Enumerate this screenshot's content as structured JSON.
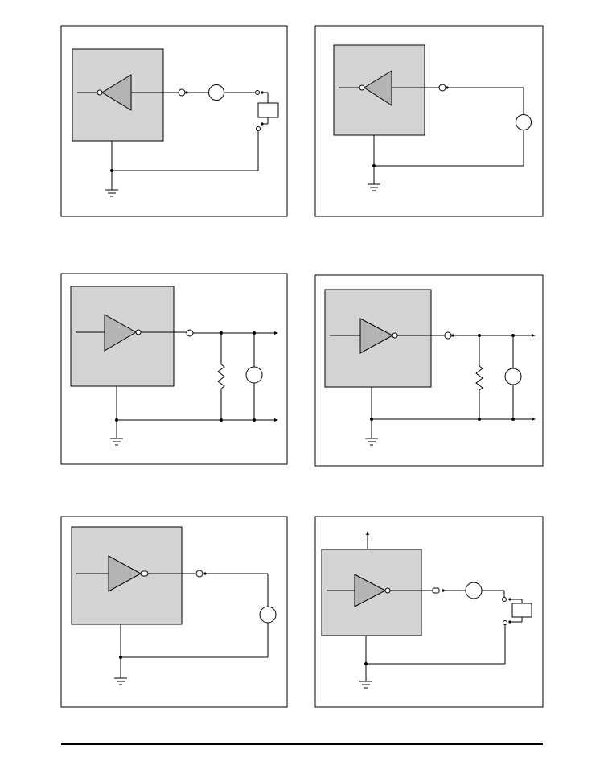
{
  "colors": {
    "ic_fill": "#d4d4d4",
    "buffer_fill": "#b4b4b4",
    "wire": "#000000",
    "panel_border": "#000000",
    "rule": "#000000"
  },
  "panels": [
    {
      "id": "panel-1",
      "gate": "inverter",
      "load": "meter-relay"
    },
    {
      "id": "panel-2",
      "gate": "inverter",
      "load": "meter"
    },
    {
      "id": "panel-3",
      "gate": "buffer",
      "load": "resistor-meter-outputs"
    },
    {
      "id": "panel-4",
      "gate": "buffer",
      "load": "resistor-meter-outputs"
    },
    {
      "id": "panel-5",
      "gate": "buffer",
      "load": "meter"
    },
    {
      "id": "panel-6",
      "gate": "buffer",
      "load": "meter-relay-supply"
    }
  ]
}
